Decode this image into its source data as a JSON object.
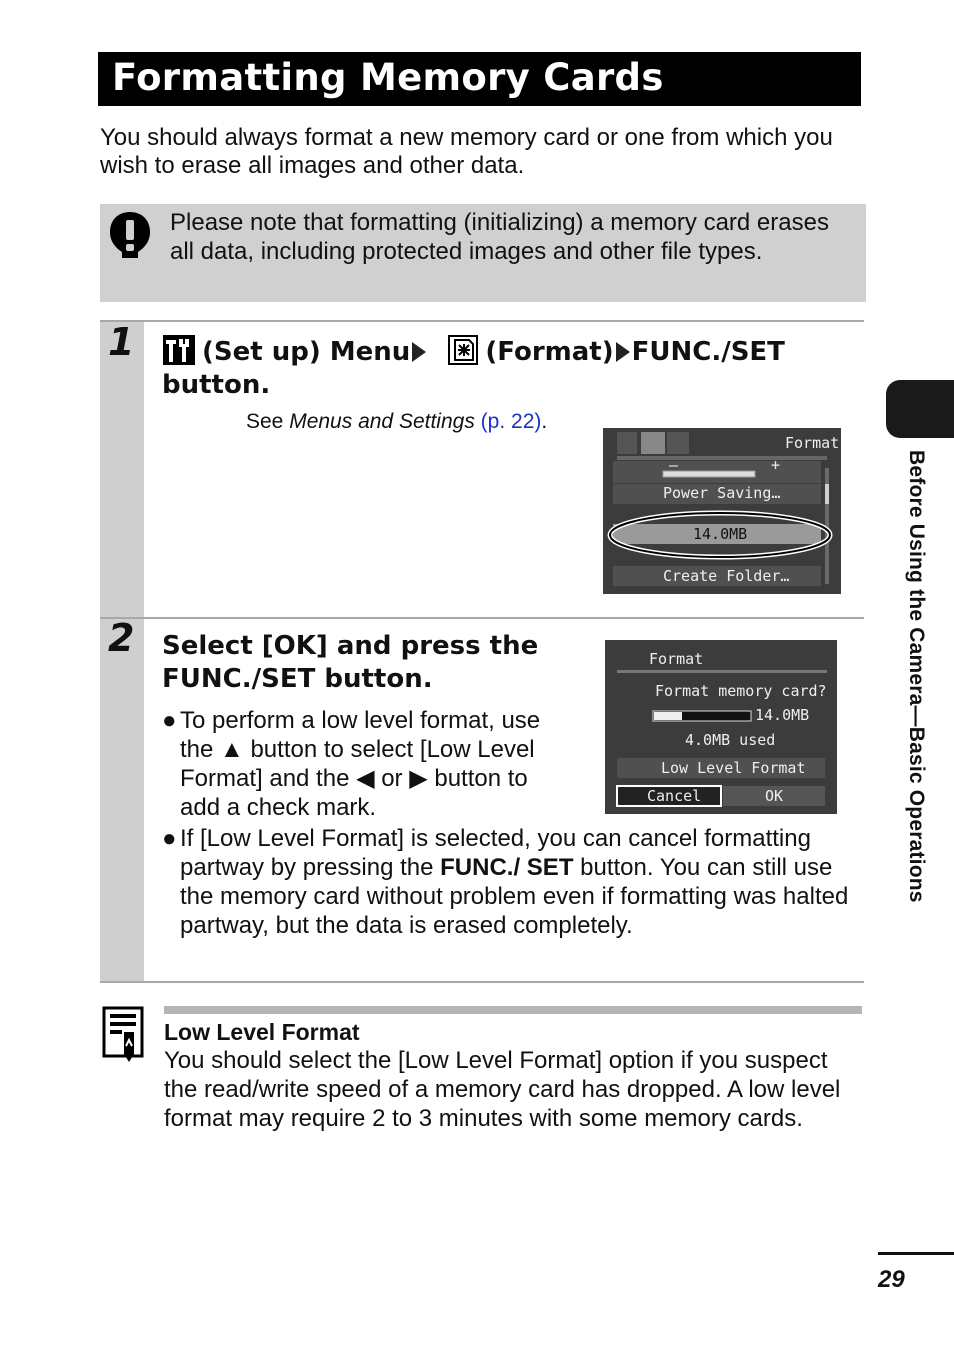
{
  "title": "Formatting Memory Cards",
  "intro": "You should always format a new memory card or one from which you wish to erase all images and other data.",
  "caution": {
    "icon": "caution-exclamation-icon",
    "text": "Please note that formatting (initializing) a memory card erases all data, including protected images and other file types."
  },
  "step1": {
    "number": "1",
    "heading_part1": "(Set up) Menu",
    "heading_part2": "(Format)",
    "heading_part3": "FUNC./SET",
    "heading_part4": "button.",
    "see_prefix": "See ",
    "see_italic": "Menus and Settings",
    "see_link": "(p. 22)",
    "see_suffix": ".",
    "screen": {
      "header_label": "Format",
      "items": [
        "Power Saving…",
        "14.0MB",
        "Create Folder…"
      ],
      "scale_minus": "–",
      "scale_plus": "+"
    }
  },
  "step2": {
    "number": "2",
    "heading_line1": "Select [OK] and press the",
    "heading_line2": "FUNC./SET button.",
    "bullet1": "To perform a low level format, use the ▲ button to select [Low Level Format] and the ◀ or ▶ button to add a check mark.",
    "bullet2_a": "If [Low Level Format] is selected, you can cancel formatting partway by pressing the ",
    "bullet2_bold": "FUNC./ SET",
    "bullet2_b": " button. You can still use the memory card without problem even if formatting was halted partway, but the data is erased completely.",
    "screen": {
      "title": "Format",
      "question": "Format memory card?",
      "capacity": "14.0MB",
      "used": "4.0MB used",
      "low_level": "Low Level Format",
      "cancel": "Cancel",
      "ok": "OK",
      "used_fraction": 0.29
    }
  },
  "note": {
    "icon": "memo-pencil-icon",
    "heading": "Low Level Format",
    "text": "You should select the [Low Level Format] option if you suspect the read/write speed of a memory card has dropped. A low level format may require 2 to 3 minutes with some memory cards."
  },
  "side_tab_text": "Before Using the Camera—Basic Operations",
  "page_number": "29"
}
